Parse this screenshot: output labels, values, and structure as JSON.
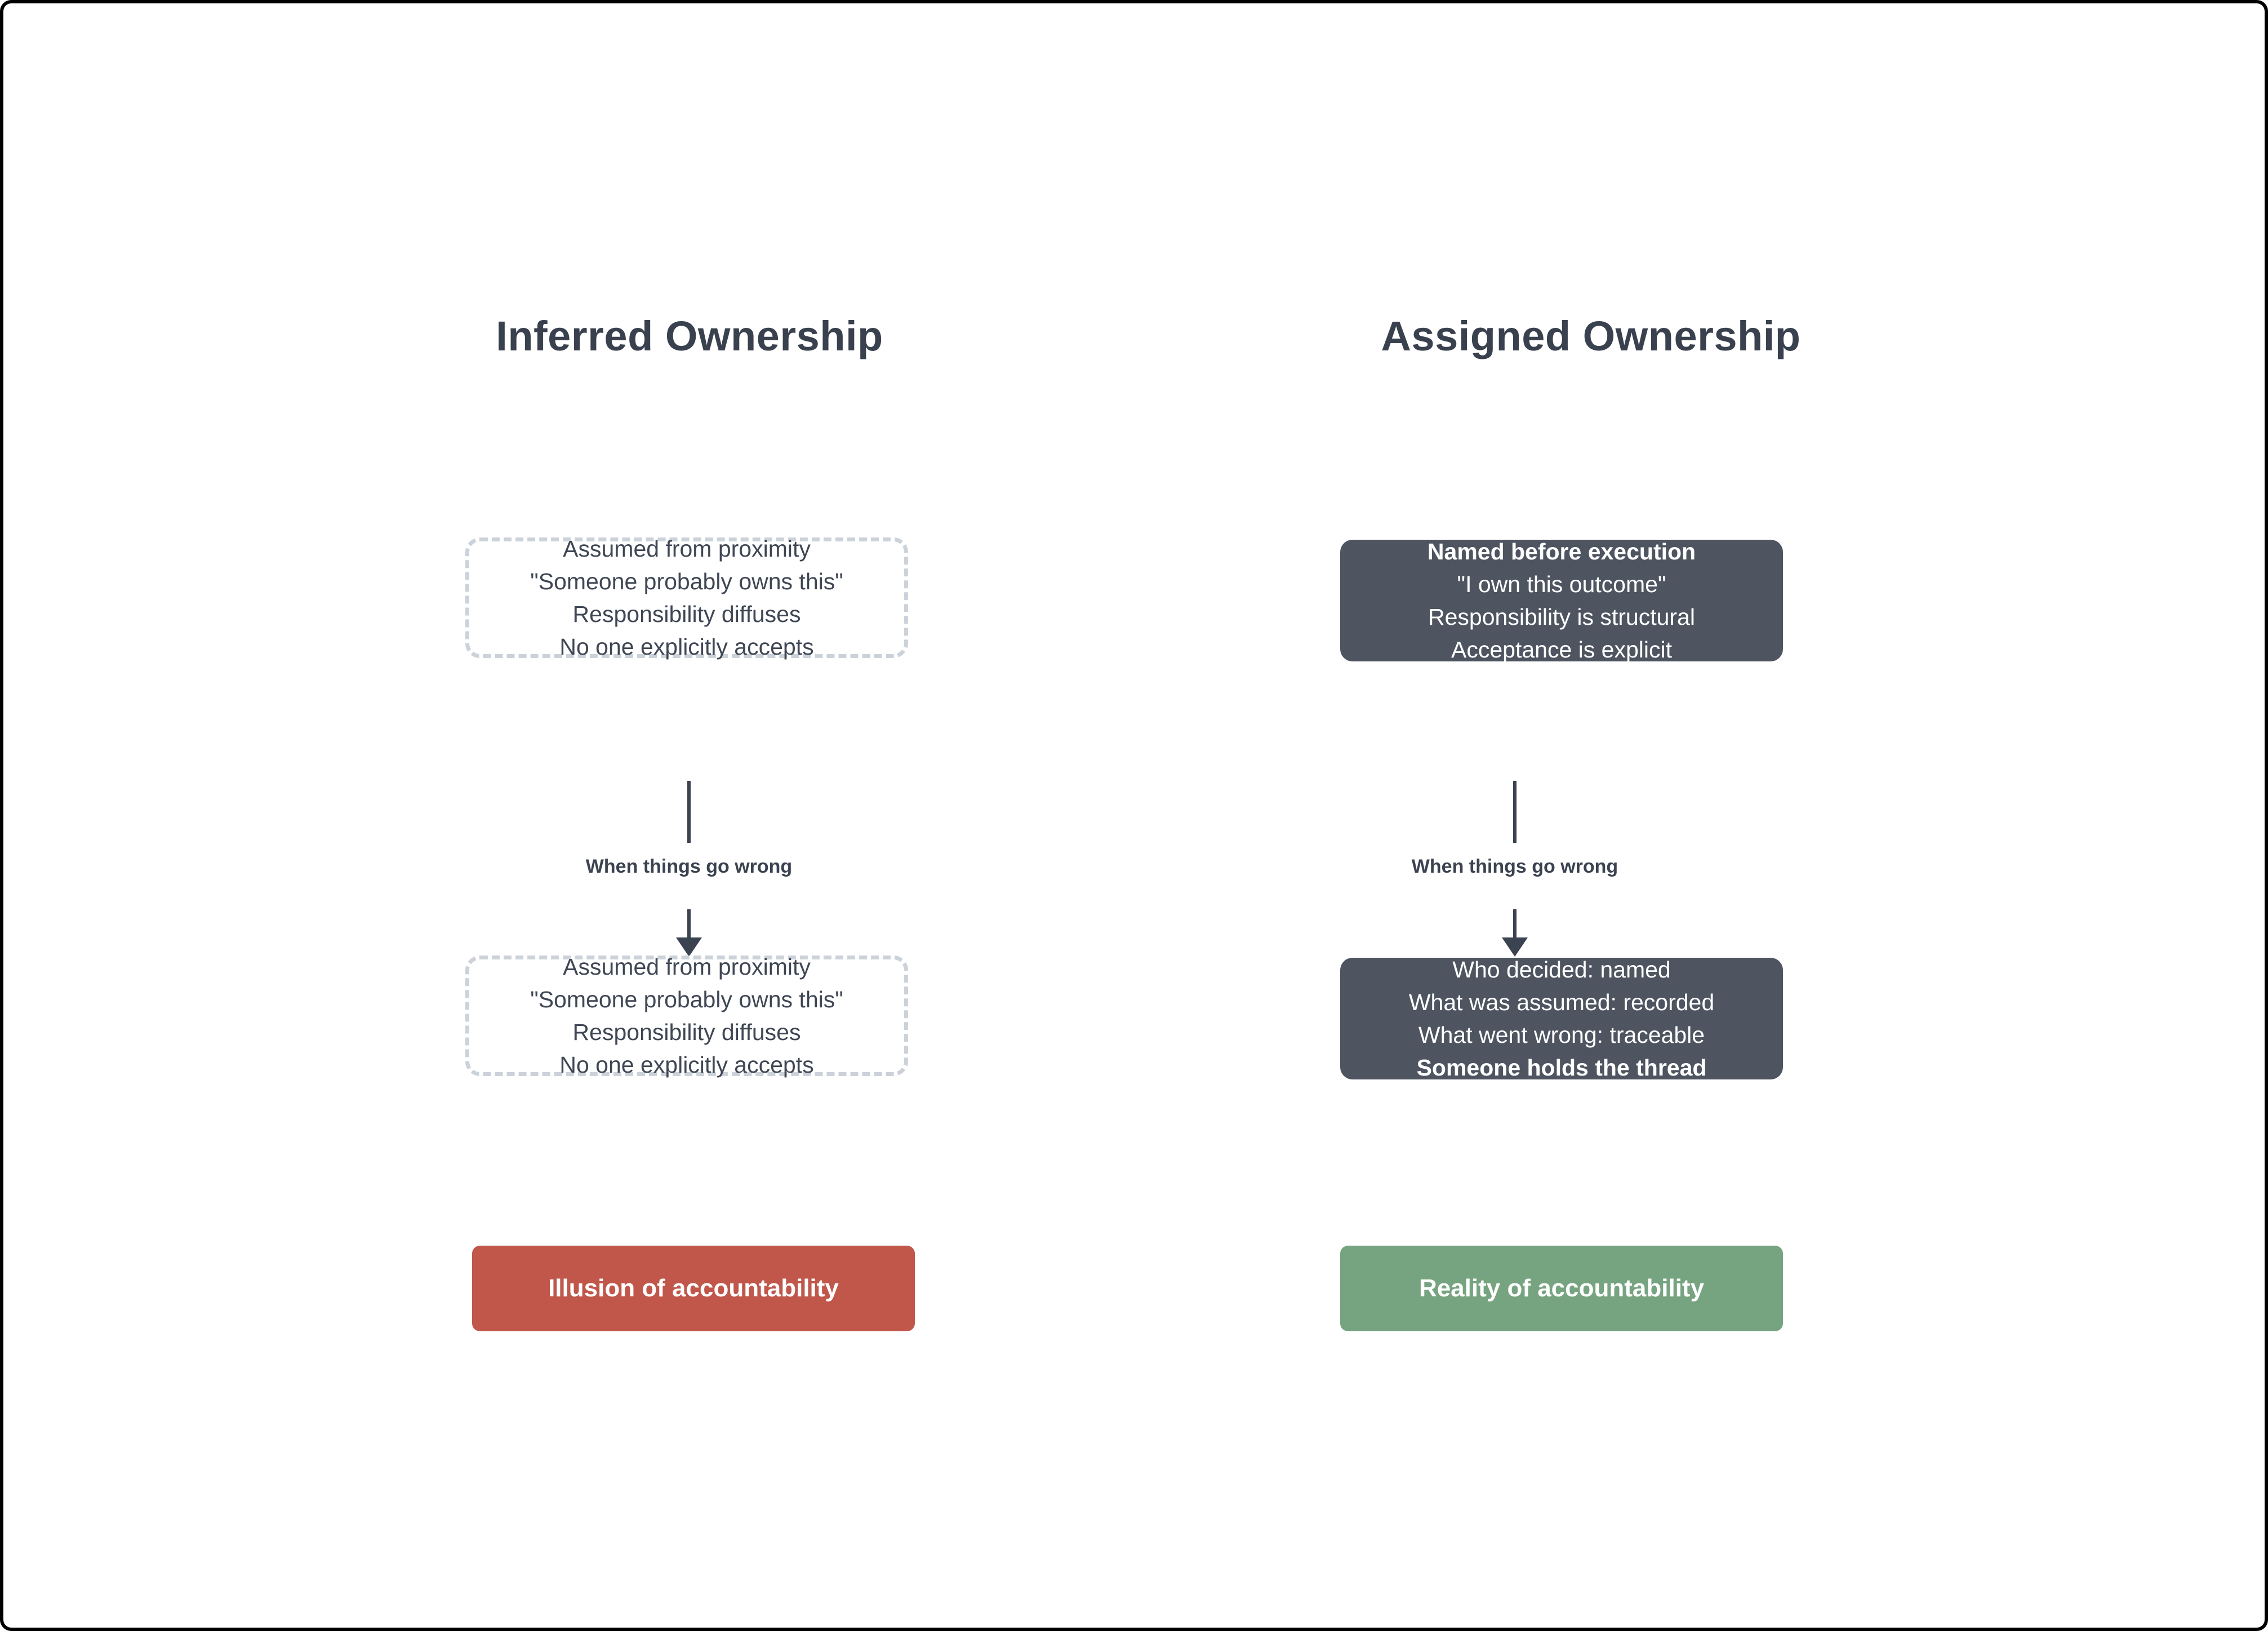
{
  "diagram": {
    "columns": [
      {
        "id": "inferred",
        "title": "Inferred Ownership",
        "top_box": {
          "style": "dashed",
          "lines": [
            {
              "text": "Assumed from proximity",
              "bold": false
            },
            {
              "text": "\"Someone probably owns this\"",
              "bold": false
            },
            {
              "text": "Responsibility diffuses",
              "bold": false
            },
            {
              "text": "No one explicitly accepts",
              "bold": false
            }
          ]
        },
        "connector_label": "When things go wrong",
        "bottom_box": {
          "style": "dashed",
          "lines": [
            {
              "text": "Assumed from proximity",
              "bold": false
            },
            {
              "text": "\"Someone probably owns this\"",
              "bold": false
            },
            {
              "text": "Responsibility diffuses",
              "bold": false
            },
            {
              "text": "No one explicitly accepts",
              "bold": false
            }
          ]
        },
        "outcome": {
          "label": "Illusion of accountability",
          "color": "#c0574a"
        }
      },
      {
        "id": "assigned",
        "title": "Assigned Ownership",
        "top_box": {
          "style": "solid",
          "lines": [
            {
              "text": "Named before execution",
              "bold": true
            },
            {
              "text": "\"I own this outcome\"",
              "bold": false
            },
            {
              "text": "Responsibility is structural",
              "bold": false
            },
            {
              "text": "Acceptance is explicit",
              "bold": false
            }
          ]
        },
        "connector_label": "When things go wrong",
        "bottom_box": {
          "style": "solid",
          "lines": [
            {
              "text": "Who decided: named",
              "bold": false
            },
            {
              "text": "What was assumed: recorded",
              "bold": false
            },
            {
              "text": "What went wrong: traceable",
              "bold": false
            },
            {
              "text": "Someone holds the thread",
              "bold": true
            }
          ]
        },
        "outcome": {
          "label": "Reality of accountability",
          "color": "#77a480"
        }
      }
    ],
    "colors": {
      "solid_box": "#4e5561",
      "dashed_border": "#ccd2da",
      "text": "#3b4250",
      "connector": "#3b4250",
      "frame": "#000000",
      "background": "#ffffff"
    }
  }
}
